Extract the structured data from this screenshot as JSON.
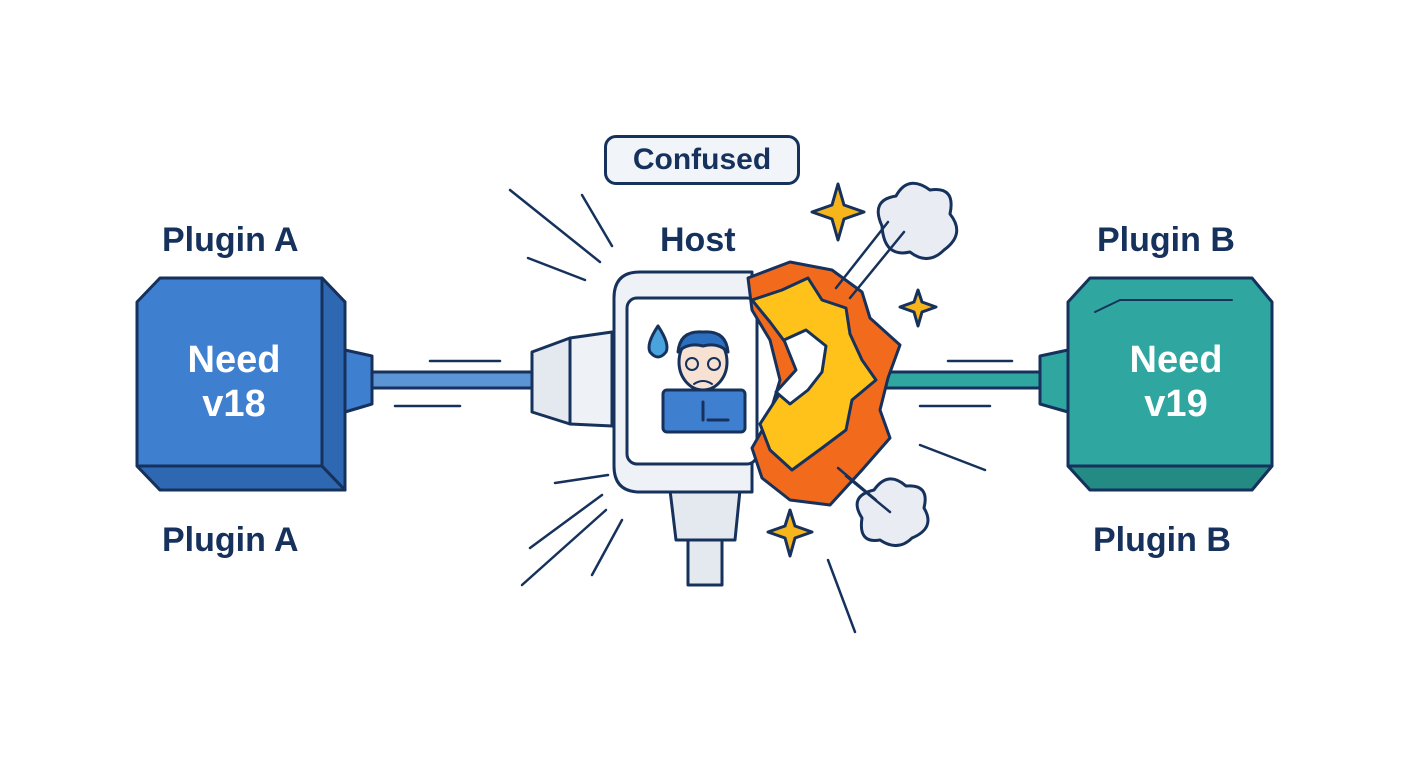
{
  "labels": {
    "plugin_a_top": "Plugin A",
    "plugin_a_bottom": "Plugin A",
    "plugin_b_top": "Plugin B",
    "plugin_b_bottom": "Plugin B",
    "host": "Host",
    "status_bubble": "Confused"
  },
  "plugin_a": {
    "line1": "Need",
    "line2": "v18"
  },
  "plugin_b": {
    "line1": "Need",
    "line2": "v19"
  },
  "icons": [
    "confused-face-icon",
    "sweat-drop-icon",
    "explosion-icon",
    "sparkle-icon",
    "smoke-cloud-icon",
    "motion-lines-icon"
  ],
  "colors": {
    "outline": "#16325c",
    "plugin_a": "#3f7fd0",
    "plugin_b": "#2fa7a0",
    "cable": "#5b95d6",
    "host_body": "#e9edf3",
    "explosion_outer": "#f26b1d",
    "explosion_inner": "#ffc21a",
    "sparkle": "#f5b51b"
  }
}
